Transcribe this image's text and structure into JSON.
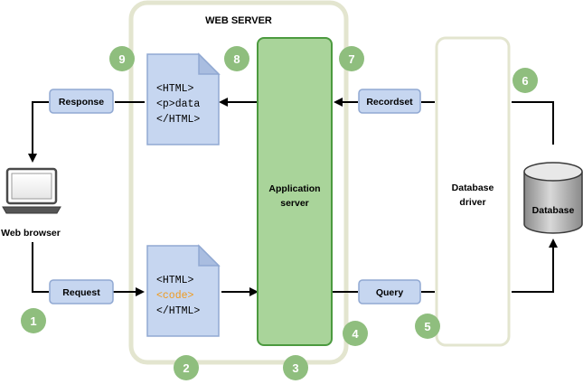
{
  "server": {
    "title": "WEB SERVER"
  },
  "browser": {
    "label": "Web browser"
  },
  "boxes": {
    "response": "Response",
    "request": "Request",
    "recordset": "Recordset",
    "query": "Query"
  },
  "app_server": {
    "line1": "Application",
    "line2": "server"
  },
  "db_driver": {
    "line1": "Database",
    "line2": "driver"
  },
  "database": {
    "label": "Database"
  },
  "page_out": {
    "line1": "<HTML>",
    "line2": "<p>data",
    "line3": "</HTML>"
  },
  "page_in": {
    "line1": "<HTML>",
    "line2": "<code>",
    "line3": "</HTML>"
  },
  "steps": [
    "1",
    "2",
    "3",
    "4",
    "5",
    "6",
    "7",
    "8",
    "9"
  ],
  "colors": {
    "server_border": "#e3e5cf",
    "step_circle": "#8fbe7e",
    "app_fill": "#a9d49a",
    "app_stroke": "#4c9a3f",
    "label_box_fill": "#c6d6f0",
    "label_box_stroke": "#90a8d2",
    "doc_fill": "#c6d6f0",
    "code_accent": "#f09a1c"
  }
}
